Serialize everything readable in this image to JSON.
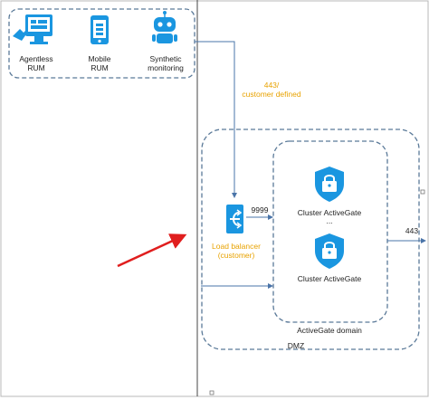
{
  "sources": [
    {
      "label": "Agentless\nRUM",
      "icon": "agentless-rum-monitor-icon"
    },
    {
      "label": "Mobile\nRUM",
      "icon": "mobile-phone-icon"
    },
    {
      "label": "Synthetic\nmonitoring",
      "icon": "robot-icon"
    }
  ],
  "annotation": "443/\ncustomer defined",
  "load_balancer": {
    "label": "Load balancer\n(customer)",
    "port": "9999",
    "icon": "load-balancer-icon"
  },
  "activegates": [
    {
      "label": "Cluster ActiveGate",
      "icon": "lock-shield-icon"
    },
    {
      "label": "Cluster ActiveGate",
      "icon": "lock-shield-icon"
    }
  ],
  "ellipsis": "...",
  "domain_label": "ActiveGate domain",
  "dmz_label": "DMZ",
  "outbound_port": "443",
  "colors": {
    "border": "#5b7a99",
    "line": "#4a74a8",
    "icon_blue": "#1a96e0",
    "accent": "#e8a200",
    "arrow": "#e01e1e"
  }
}
